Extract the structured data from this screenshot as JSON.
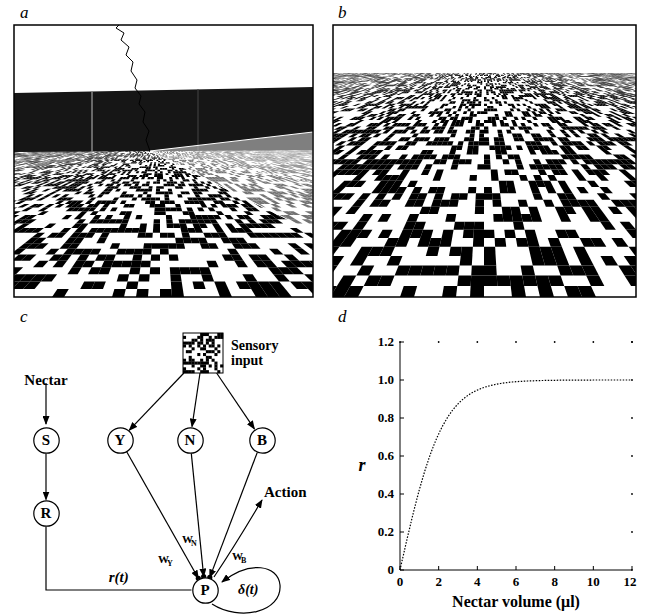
{
  "diagram": {
    "nodes": [
      {
        "text": [
          "Sensory input"
        ]
      },
      {
        "text": [
          "S"
        ]
      },
      {
        "text": [
          "Y"
        ]
      },
      {
        "text": [
          "N"
        ]
      },
      {
        "text": [
          "B"
        ]
      },
      {
        "text": [
          "R"
        ]
      },
      {
        "text": [
          "P"
        ]
      }
    ],
    "edges": [
      {
        "from": 1,
        "to": 5,
        "arrow": "to"
      },
      {
        "from": 0,
        "to": 2,
        "arrow": "to"
      },
      {
        "from": 0,
        "to": 3,
        "arrow": "to"
      },
      {
        "from": 0,
        "to": 4,
        "arrow": "to"
      },
      {
        "from": 2,
        "to": 6,
        "arrow": "to"
      },
      {
        "from": 3,
        "to": 6,
        "arrow": "to"
      },
      {
        "from": 4,
        "to": 6,
        "arrow": "to"
      },
      {
        "from": 5,
        "to": 6,
        "label": "r(t)",
        "arrow": "none"
      }
    ],
    "labels": [
      "a",
      "b",
      "c",
      "d",
      "Nectar",
      "W",
      "Y",
      "W",
      "N",
      "W",
      "B",
      "Action",
      "δ(t)",
      "r",
      "0",
      "0.2",
      "0.4",
      "0.6",
      "0.8",
      "1.0",
      "1.2",
      "0",
      "2",
      "4",
      "6",
      "8",
      "10",
      "12",
      "Nectar volume (μl)"
    ]
  }
}
